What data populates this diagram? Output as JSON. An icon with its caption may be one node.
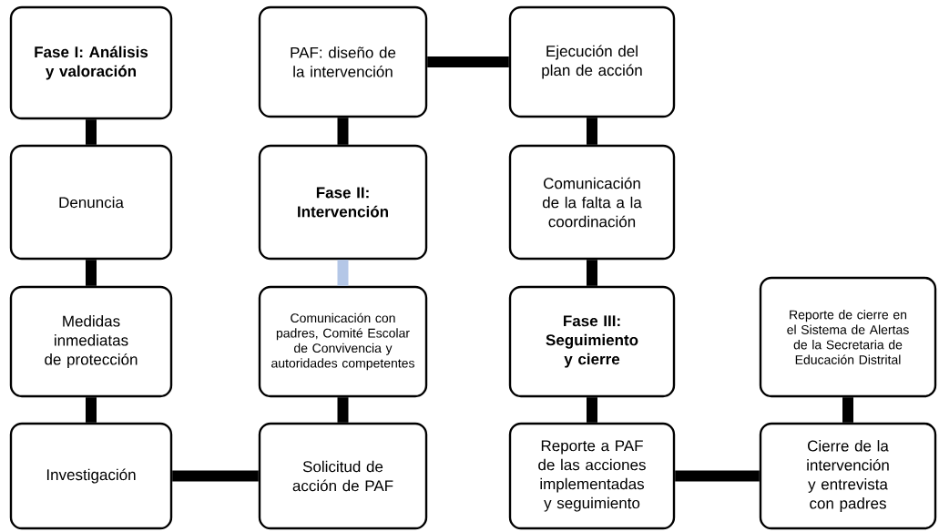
{
  "diagram": {
    "nodes": [
      {
        "text": [
          "Fase I: Análisis y valoración"
        ]
      },
      {
        "text": [
          "Denuncia"
        ]
      },
      {
        "text": [
          "Medidas inmediatas de protección"
        ]
      },
      {
        "text": [
          "Investigación"
        ]
      },
      {
        "text": [
          "PAF: diseño de la intervención"
        ]
      },
      {
        "text": [
          "Fase II: Intervención"
        ]
      },
      {
        "text": [
          "Comunicación con padres, Comité Escolar de Convivencia y autoridades competentes"
        ]
      },
      {
        "text": [
          "Solicitud de acción de PAF"
        ]
      },
      {
        "text": [
          "Ejecución del plan de acción"
        ]
      },
      {
        "text": [
          "Comunicación de la falta a la coordinación"
        ]
      },
      {
        "text": [
          "Fase III: Seguimiento y cierre"
        ]
      },
      {
        "text": [
          "Reporte a PAF de las acciones implementadas y seguimiento"
        ]
      },
      {
        "text": [
          "Reporte de cierre en el Sistema de Alertas de la Secretaria de Educación Distrital"
        ]
      },
      {
        "text": [
          "Cierre de la intervención y entrevista con padres"
        ]
      }
    ],
    "edges": [
      {
        "from": 0,
        "to": 1,
        "arrow": "none"
      },
      {
        "from": 1,
        "to": 2,
        "arrow": "none"
      },
      {
        "from": 2,
        "to": 3,
        "arrow": "none"
      },
      {
        "from": 3,
        "to": 7,
        "arrow": "none"
      },
      {
        "from": 7,
        "to": 6,
        "arrow": "none"
      },
      {
        "from": 6,
        "to": 5,
        "arrow": "none",
        "color": "#b4c7e7"
      },
      {
        "from": 5,
        "to": 4,
        "arrow": "none"
      },
      {
        "from": 4,
        "to": 8,
        "arrow": "none"
      },
      {
        "from": 8,
        "to": 9,
        "arrow": "none"
      },
      {
        "from": 9,
        "to": 10,
        "arrow": "none"
      },
      {
        "from": 10,
        "to": 11,
        "arrow": "none"
      },
      {
        "from": 11,
        "to": 13,
        "arrow": "none"
      },
      {
        "from": 13,
        "to": 12,
        "arrow": "none"
      }
    ]
  }
}
